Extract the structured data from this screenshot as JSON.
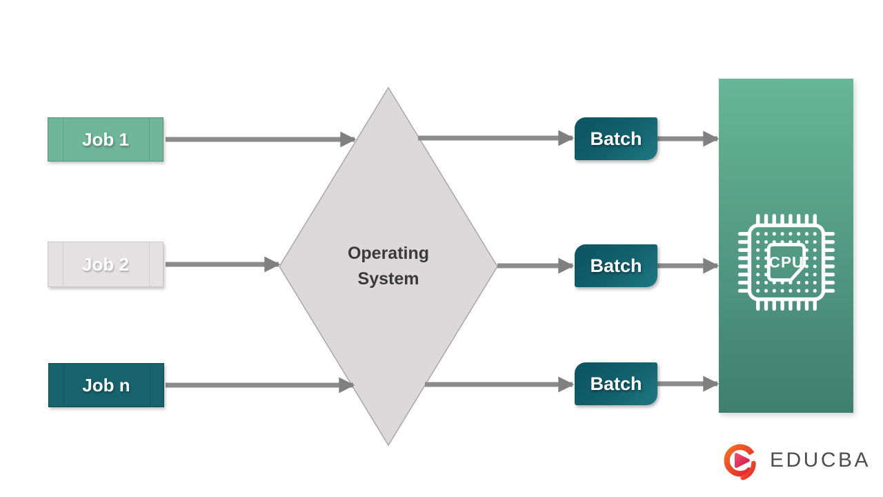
{
  "diagram": {
    "jobs": [
      {
        "label": "Job 1"
      },
      {
        "label": "Job 2"
      },
      {
        "label": "Job n"
      }
    ],
    "os": {
      "label": "Operating System"
    },
    "batches": [
      {
        "label": "Batch"
      },
      {
        "label": "Batch"
      },
      {
        "label": "Batch"
      }
    ],
    "cpu": {
      "label": "CPU"
    }
  },
  "branding": {
    "logo_text": "EDUCBA"
  },
  "colors": {
    "job1_fill": "#6FB69C",
    "job2_fill": "#E3E1E1",
    "job_n_fill": "#17636C",
    "batch_fill_dark": "#0C5361",
    "batch_fill_light": "#1E7883",
    "cpu_panel_top": "#67B698",
    "cpu_panel_bottom": "#3E7F6E",
    "diamond_fill": "#DBD9D9",
    "diamond_border": "#A8A6A6",
    "arrow": "#8B8B8B",
    "os_text": "#3A3A3A",
    "logo_orange": "#F4701F",
    "logo_red": "#E41E34",
    "logo_pink": "#EF4A6E",
    "logo_deep_pink": "#D11A47",
    "logo_text_color": "#4D4D4D"
  }
}
